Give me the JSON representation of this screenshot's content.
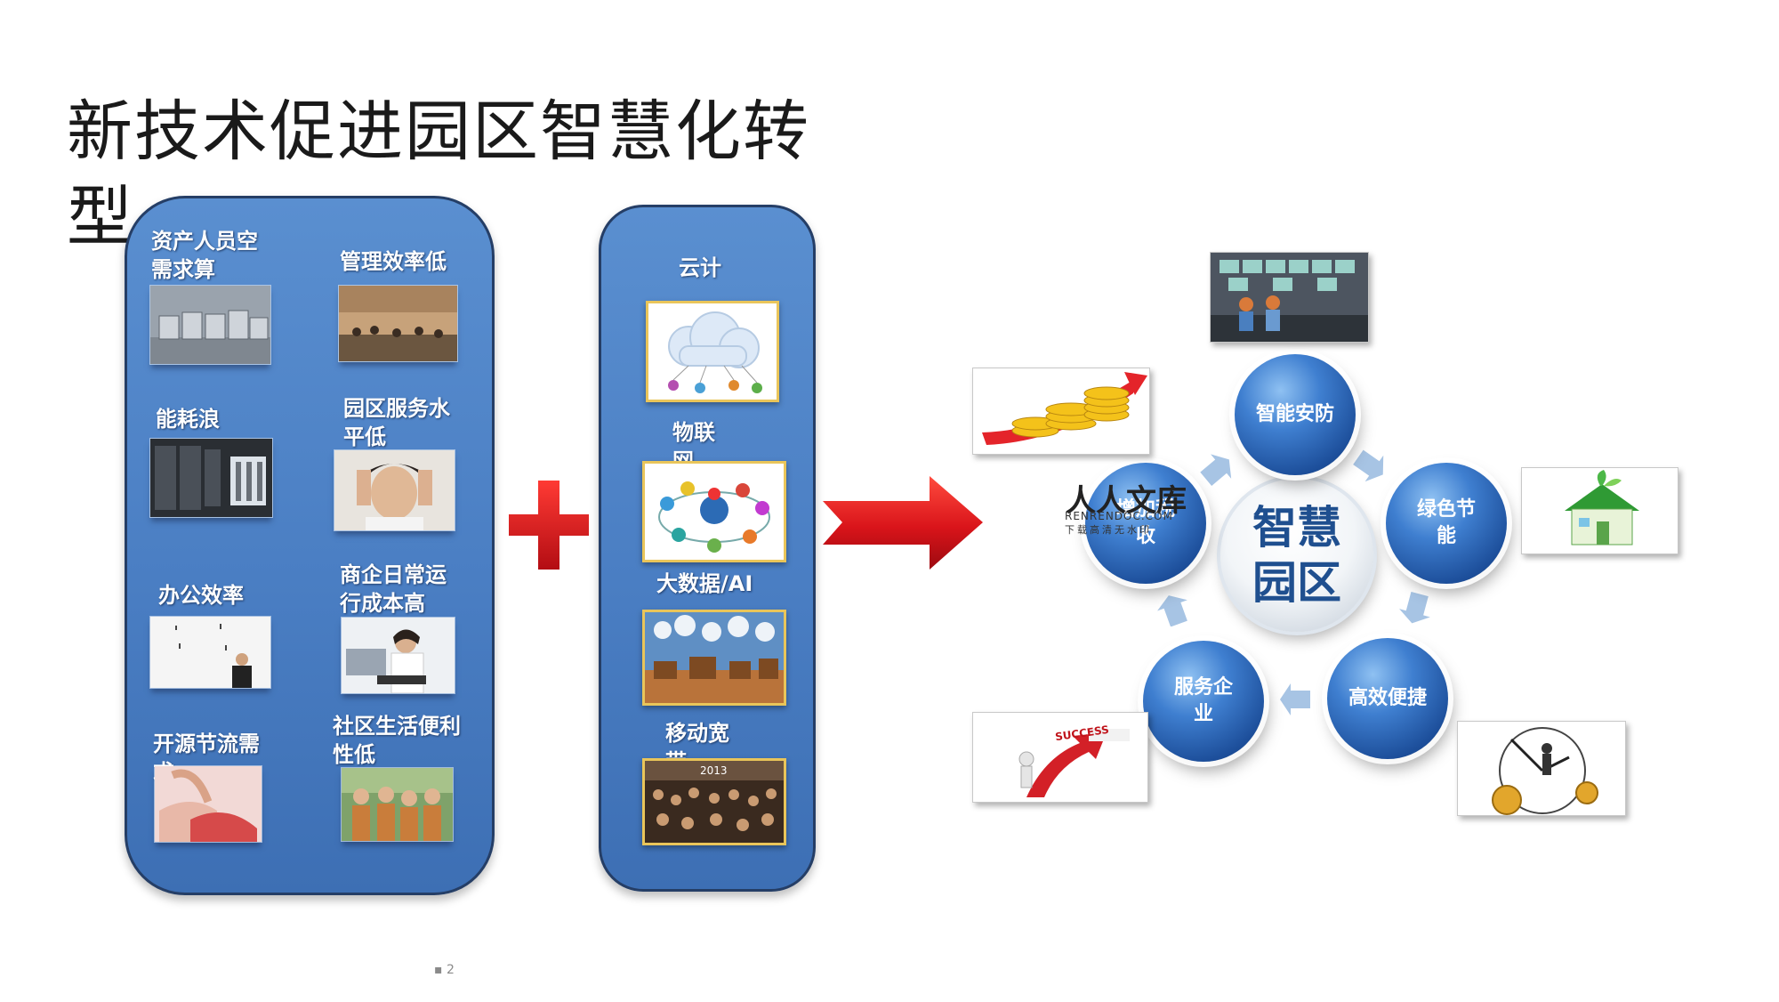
{
  "title": "新技术促进园区智慧化转型",
  "left_panel": {
    "items": [
      {
        "label": "资产人员空需求算"
      },
      {
        "label": "管理效率低"
      },
      {
        "label": "能耗浪"
      },
      {
        "label": "园区服务水 平低"
      },
      {
        "label": "办公效率"
      },
      {
        "label": "商企日常运行成本高"
      },
      {
        "label": "开源节流需求"
      },
      {
        "label": "社区生活便利性低"
      }
    ]
  },
  "right_panel": {
    "items": [
      {
        "label": "云计"
      },
      {
        "label": "物联网"
      },
      {
        "label": "大数据/AI"
      },
      {
        "label": "移动宽带"
      }
    ],
    "photo_year": "2013"
  },
  "cycle": {
    "center": "智慧园区",
    "nodes": [
      {
        "label": "智能安防"
      },
      {
        "label": "绿色节能"
      },
      {
        "label": "高效便捷"
      },
      {
        "label": "服务企业"
      },
      {
        "label": "增加税收"
      }
    ]
  },
  "success_text": "SUCCESS",
  "watermark": {
    "name": "人人文库",
    "url": "RENRENDOC.COM",
    "tagline": "下载高清无水印"
  },
  "page_number": "2",
  "colors": {
    "panel_blue": "#4a7ec3",
    "panel_border": "#253e66",
    "circle_blue": "#1d4f9b",
    "cross_red": "#d0141b",
    "arrow_red": "#e0191c"
  }
}
